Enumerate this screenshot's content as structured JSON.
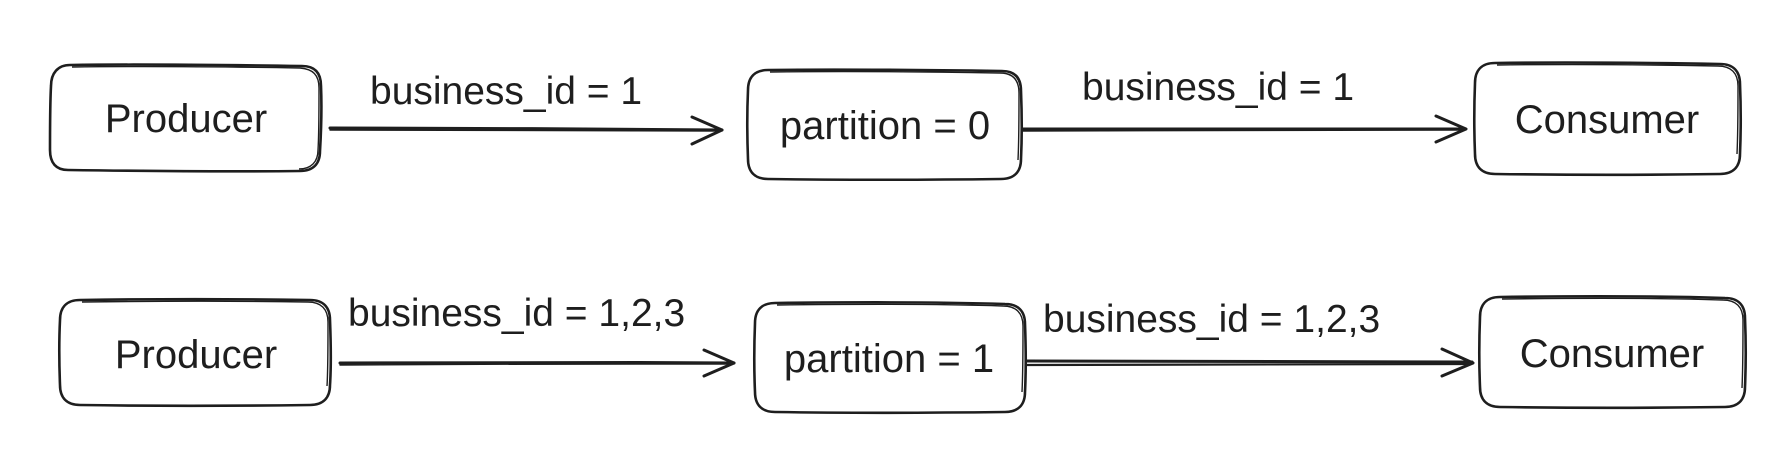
{
  "rows": [
    {
      "producer": "Producer",
      "edge_in_label": "business_id = 1",
      "partition": "partition = 0",
      "edge_out_label": "business_id = 1",
      "consumer": "Consumer"
    },
    {
      "producer": "Producer",
      "edge_in_label": "business_id = 1,2,3",
      "partition": "partition = 1",
      "edge_out_label": "business_id = 1,2,3",
      "consumer": "Consumer"
    }
  ]
}
